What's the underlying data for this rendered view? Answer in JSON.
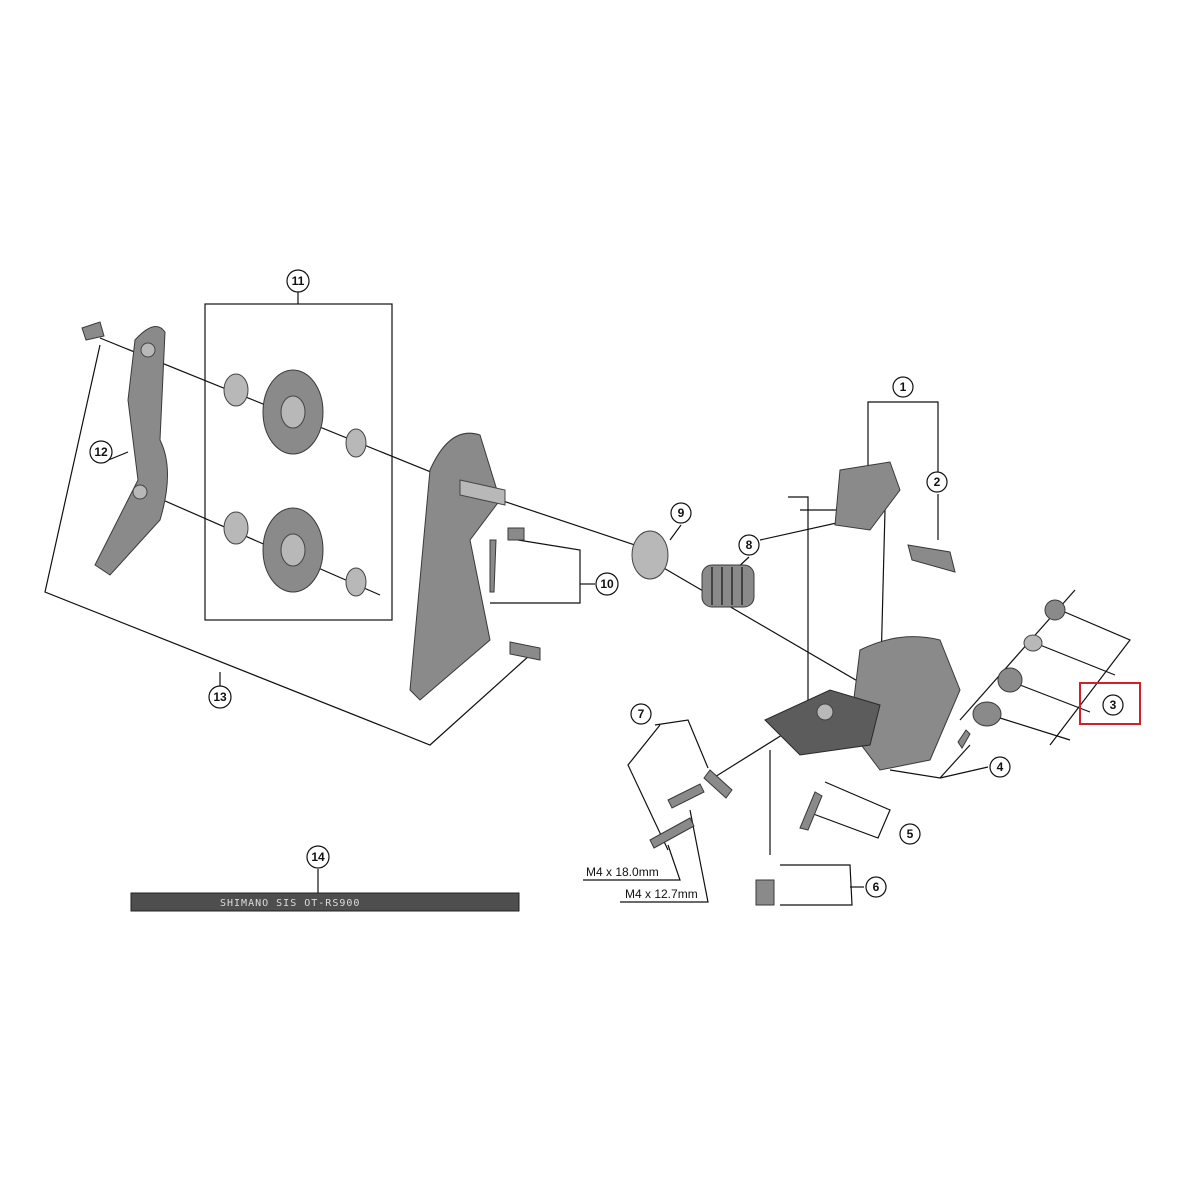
{
  "callouts": [
    "1",
    "2",
    "3",
    "4",
    "5",
    "6",
    "7",
    "8",
    "9",
    "10",
    "11",
    "12",
    "13",
    "14"
  ],
  "highlighted_callout": "3",
  "highlight_color": "#d0202a",
  "specs": {
    "bolt_long": "M4 x 18.0mm",
    "bolt_short": "M4 x 12.7mm"
  },
  "cable_marking": "SHIMANO SIS OT-RS900"
}
